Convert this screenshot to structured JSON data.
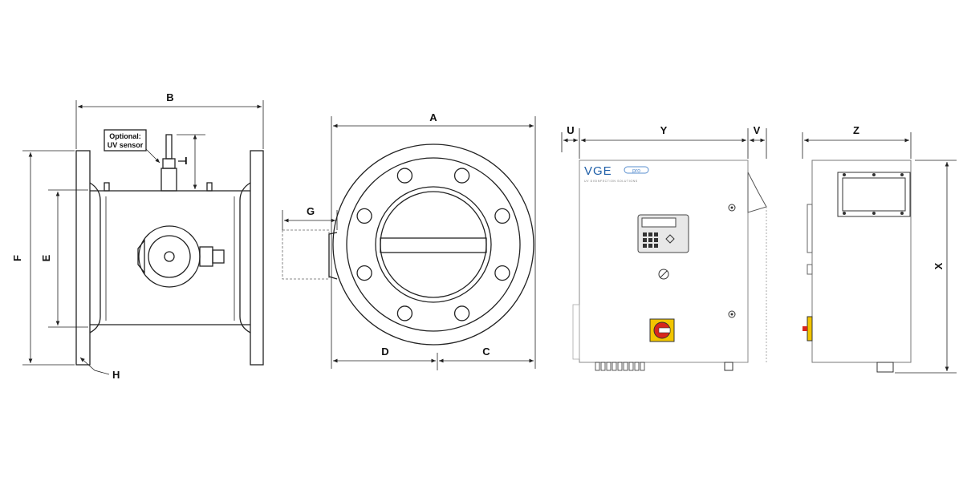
{
  "labels": {
    "B": "B",
    "F": "F",
    "E": "E",
    "H": "H",
    "I": "I",
    "uv_line1": "Optional:",
    "uv_line2": "UV sensor",
    "A": "A",
    "G": "G",
    "D": "D",
    "C": "C",
    "U": "U",
    "Y": "Y",
    "V": "V",
    "Z": "Z",
    "X": "X"
  },
  "logo": {
    "brand": "VGE",
    "suffix": "pro",
    "tagline": "UV DISINFECTION SOLUTIONS"
  },
  "colors": {
    "logo_blue": "#1f5fa8",
    "switch_red": "#d8261c",
    "switch_yellow": "#f2c500",
    "line": "#222222"
  }
}
